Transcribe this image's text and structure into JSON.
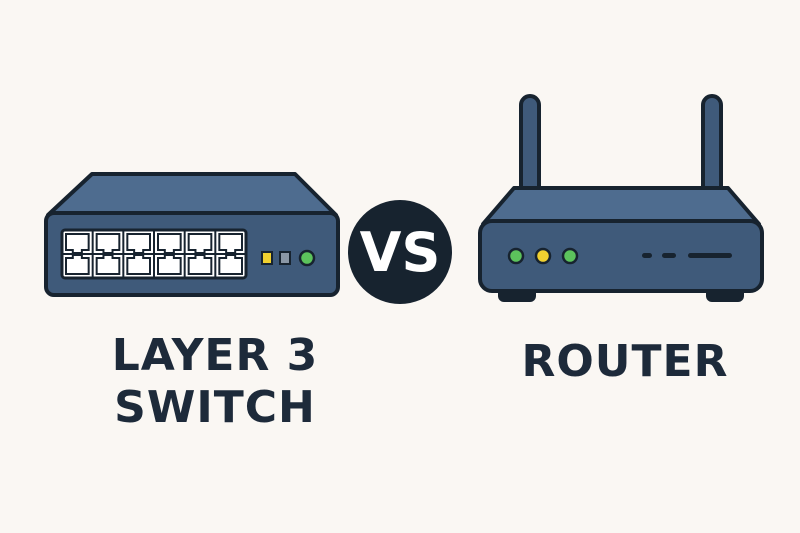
{
  "colors": {
    "background": "#faf7f3",
    "device_body": "#3f5a7a",
    "device_top": "#4e6c8f",
    "outline": "#17232f",
    "port_fill": "#ffffff",
    "led_green": "#5cc35c",
    "led_yellow": "#f1d130",
    "led_gray": "#8a97a6",
    "vs_circle": "#17232f",
    "text": "#1d2a3a"
  },
  "vs": {
    "label": "VS"
  },
  "switch": {
    "caption_line1": "LAYER 3",
    "caption_line2": "SWITCH",
    "port_count": 12,
    "icon": "network-switch-icon"
  },
  "router": {
    "caption": "ROUTER",
    "antenna_count": 2,
    "icon": "wifi-router-icon"
  }
}
